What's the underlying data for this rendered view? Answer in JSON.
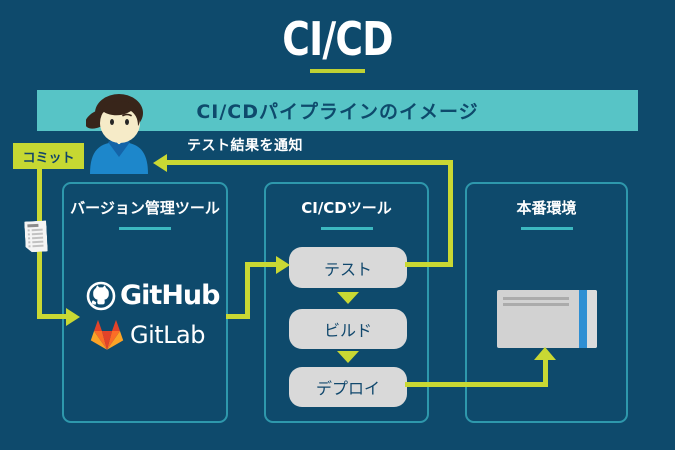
{
  "page": {
    "title": "CI/CD",
    "bg_color": "#0E4A6C",
    "accent_yellow": "#C9D833",
    "banner_teal": "#57C4C6",
    "panel_border_teal": "#2E98AC",
    "step_box_gray": "#D9D9D9",
    "navy_text": "#0E4A6C"
  },
  "banner": {
    "label": "CI/CDパイプラインのイメージ"
  },
  "labels": {
    "commit": "コミット",
    "notify": "テスト結果を通知"
  },
  "panels": {
    "version": {
      "title": "バージョン管理ツール",
      "github_label": "GitHub",
      "gitlab_label": "GitLab"
    },
    "cicd": {
      "title": "CI/CDツール",
      "steps": [
        "テスト",
        "ビルド",
        "デプロイ"
      ]
    },
    "production": {
      "title": "本番環境"
    }
  },
  "icons": {
    "avatar": "person-avatar-icon",
    "document": "commit-file-icon",
    "github": "github-octocat-icon",
    "gitlab": "gitlab-tanuki-icon",
    "server": "server-icon"
  },
  "logo_colors": {
    "gitlab_dark_orange": "#E24329",
    "gitlab_mid_orange": "#FC6D26",
    "gitlab_light_orange": "#FCA326",
    "server_stripe_blue": "#2F8FD3"
  }
}
